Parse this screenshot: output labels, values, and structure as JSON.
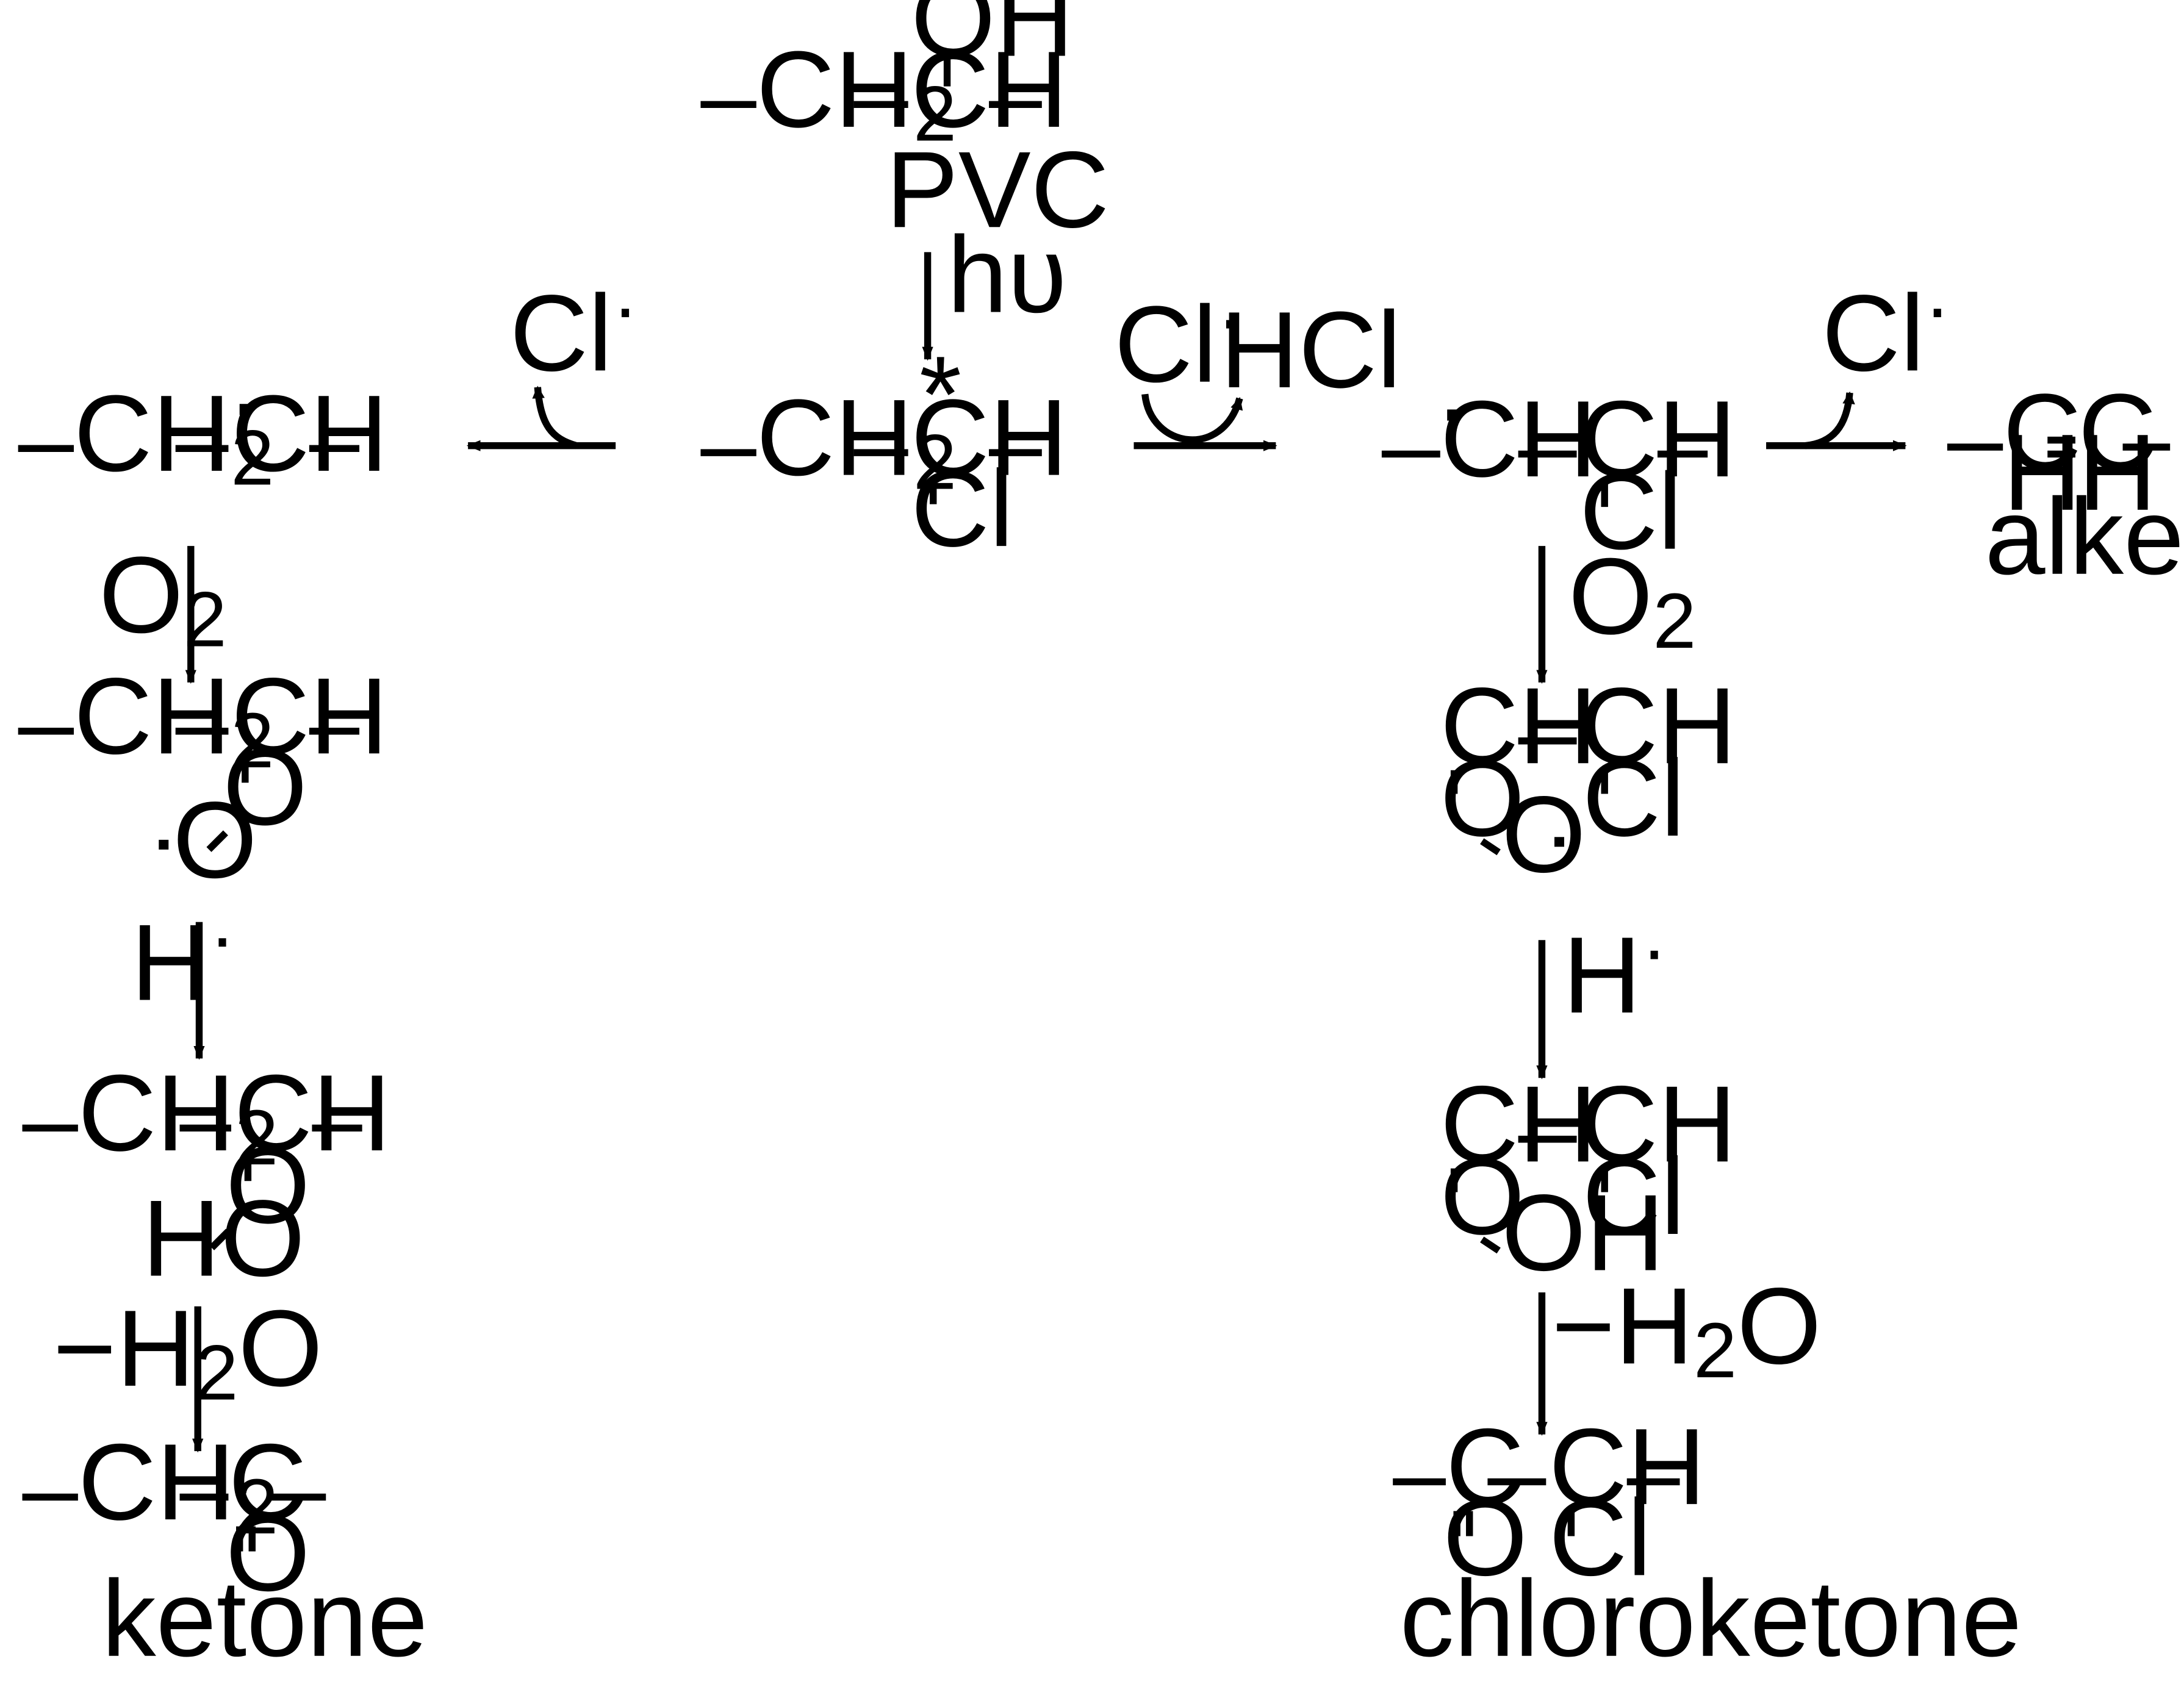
{
  "atoms": {
    "ch": "CH",
    "ch2": "CH",
    "sub2": "2",
    "c": "C",
    "o": "O",
    "oh": "OH",
    "ho": "HO",
    "h": "H",
    "cl": "Cl",
    "star": "*",
    "dot": "·"
  },
  "labels": {
    "pvc": "PVC",
    "hv": "hυ",
    "cl_radical": "Cl",
    "hcl": "HCl",
    "o2_o": "O",
    "o2_sub": "2",
    "h_radical": "H",
    "minus_h2o_prefix": "−H",
    "minus_h2o_sub": "2",
    "minus_h2o_suffix": "O",
    "alkene": "alkene",
    "ketone": "ketone",
    "chloroketone": "chloroketone"
  },
  "colors": {
    "ink": "#000000",
    "background": "#ffffff"
  }
}
